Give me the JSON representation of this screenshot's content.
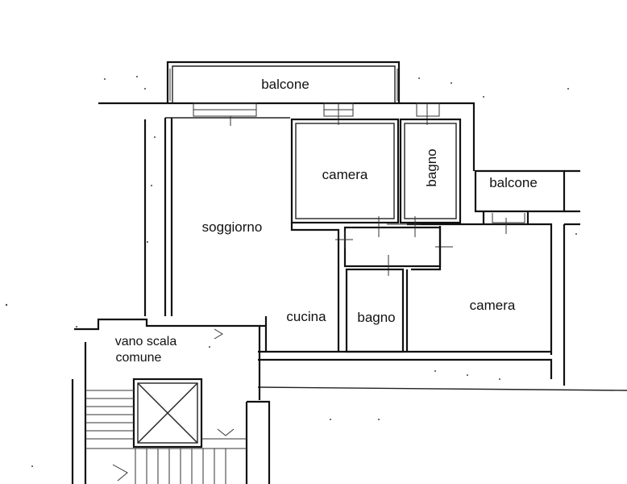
{
  "plan": {
    "rooms": [
      {
        "id": "balcone-top",
        "label": "balcone"
      },
      {
        "id": "camera-top",
        "label": "camera"
      },
      {
        "id": "bagno-top",
        "label": "bagno"
      },
      {
        "id": "balcone-right",
        "label": "balcone"
      },
      {
        "id": "soggiorno",
        "label": "soggiorno"
      },
      {
        "id": "cucina",
        "label": "cucina"
      },
      {
        "id": "bagno-bottom",
        "label": "bagno"
      },
      {
        "id": "camera-right",
        "label": "camera"
      },
      {
        "id": "vano-scala",
        "label_line1": "vano scala",
        "label_line2": "comune"
      }
    ]
  }
}
